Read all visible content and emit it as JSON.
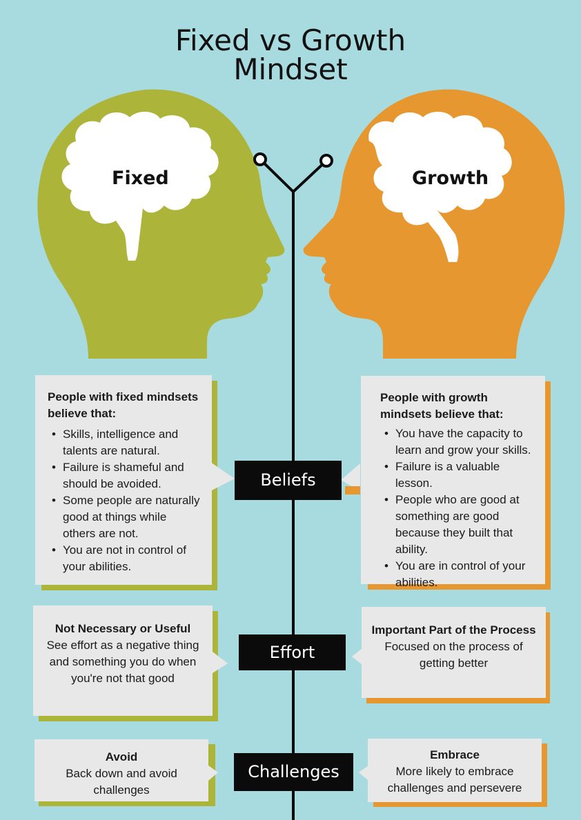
{
  "title_line1": "Fixed vs Growth",
  "title_line2": "Mindset",
  "colors": {
    "background": "#a8dbdf",
    "fixed": "#acb53a",
    "growth": "#e7972f",
    "card": "#e8e8e8",
    "tag": "#0b0b0b"
  },
  "fixed": {
    "head_label": "Fixed",
    "beliefs": {
      "title": "People with fixed mindsets believe that:",
      "items": [
        "Skills, intelligence and talents are natural.",
        "Failure is shameful and should be avoided.",
        "Some people are naturally good at things while others are not.",
        "You are not in control of your abilities."
      ]
    },
    "effort": {
      "title": "Not Necessary or Useful",
      "body": "See effort as a negative thing and something you do when you're not that good"
    },
    "challenges": {
      "title": "Avoid",
      "body": "Back down and avoid challenges"
    }
  },
  "growth": {
    "head_label": "Growth",
    "beliefs": {
      "title": "People with growth mindsets believe that:",
      "items": [
        "You have the capacity to learn and grow your skills.",
        "Failure is a valuable lesson.",
        "People who are good at something are good because they built that ability.",
        "You are in control of your abilities."
      ]
    },
    "effort": {
      "title": "Important Part of the Process",
      "body": "Focused on the process of getting better"
    },
    "challenges": {
      "title": "Embrace",
      "body": "More likely to embrace challenges and persevere"
    }
  },
  "tags": {
    "beliefs": "Beliefs",
    "effort": "Effort",
    "challenges": "Challenges"
  }
}
